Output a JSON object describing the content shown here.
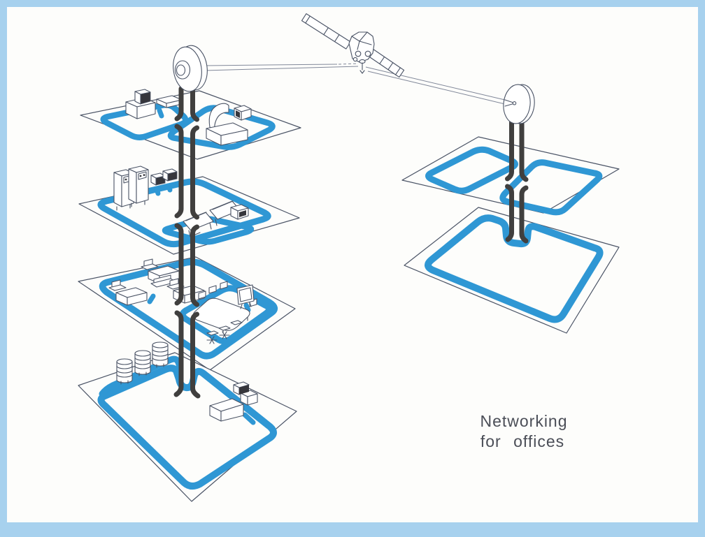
{
  "caption": {
    "line1": "Networking",
    "line2": "for offices"
  },
  "colors": {
    "border": "#a7d1ee",
    "paper": "#fdfdfb",
    "blue": "#2f97d4",
    "riser": "#403f3e",
    "ink": "#4a5365",
    "text": "#4b4e57",
    "screen": "#36363c"
  },
  "scene": {
    "satellite": {
      "name": "communications-satellite",
      "solar_panels": 2
    },
    "beams": [
      "left-dish-to-satellite-beam",
      "satellite-to-right-dish-beam"
    ],
    "left_building": {
      "dish": "rooftop-satellite-dish",
      "backbone": "dark-vertical-riser-pair",
      "network_loops_per_floor": [
        2,
        2,
        2,
        1
      ],
      "floors": [
        {
          "id": "floor-1",
          "items": [
            "desktop-computer",
            "office-cabinet",
            "side-table",
            "curved-reception-desk",
            "desk-terminal"
          ]
        },
        {
          "id": "floor-2",
          "items": [
            "equipment-cabinet",
            "equipment-cabinet",
            "terminal",
            "terminal",
            "drafting-table",
            "drafting-table",
            "printer"
          ]
        },
        {
          "id": "floor-3",
          "items": [
            "office-desk",
            "office-desk",
            "office-desk",
            "chairs",
            "sofa",
            "conference-table",
            "conference-chairs",
            "presentation-screen"
          ]
        },
        {
          "id": "floor-4",
          "items": [
            "disk-storage-unit",
            "disk-storage-unit",
            "disk-storage-unit",
            "printer-desk"
          ]
        }
      ]
    },
    "right_building": {
      "dish": "rooftop-satellite-dish",
      "backbone": "dark-vertical-riser-pair",
      "floors": [
        {
          "id": "floor-1",
          "loops": 2
        },
        {
          "id": "floor-2",
          "loops": 1
        }
      ]
    }
  }
}
